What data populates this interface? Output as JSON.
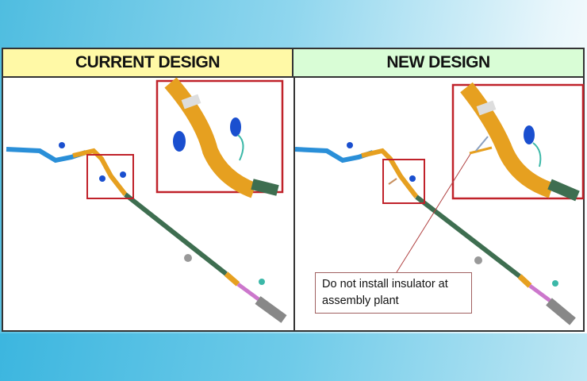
{
  "headers": {
    "current": "CURRENT DESIGN",
    "new": "NEW DESIGN"
  },
  "callout": "Do not install insulator at assembly plant",
  "colors": {
    "current_header": "#fff9a6",
    "new_header": "#d9fdd6",
    "highlight_box": "#c0222a"
  }
}
